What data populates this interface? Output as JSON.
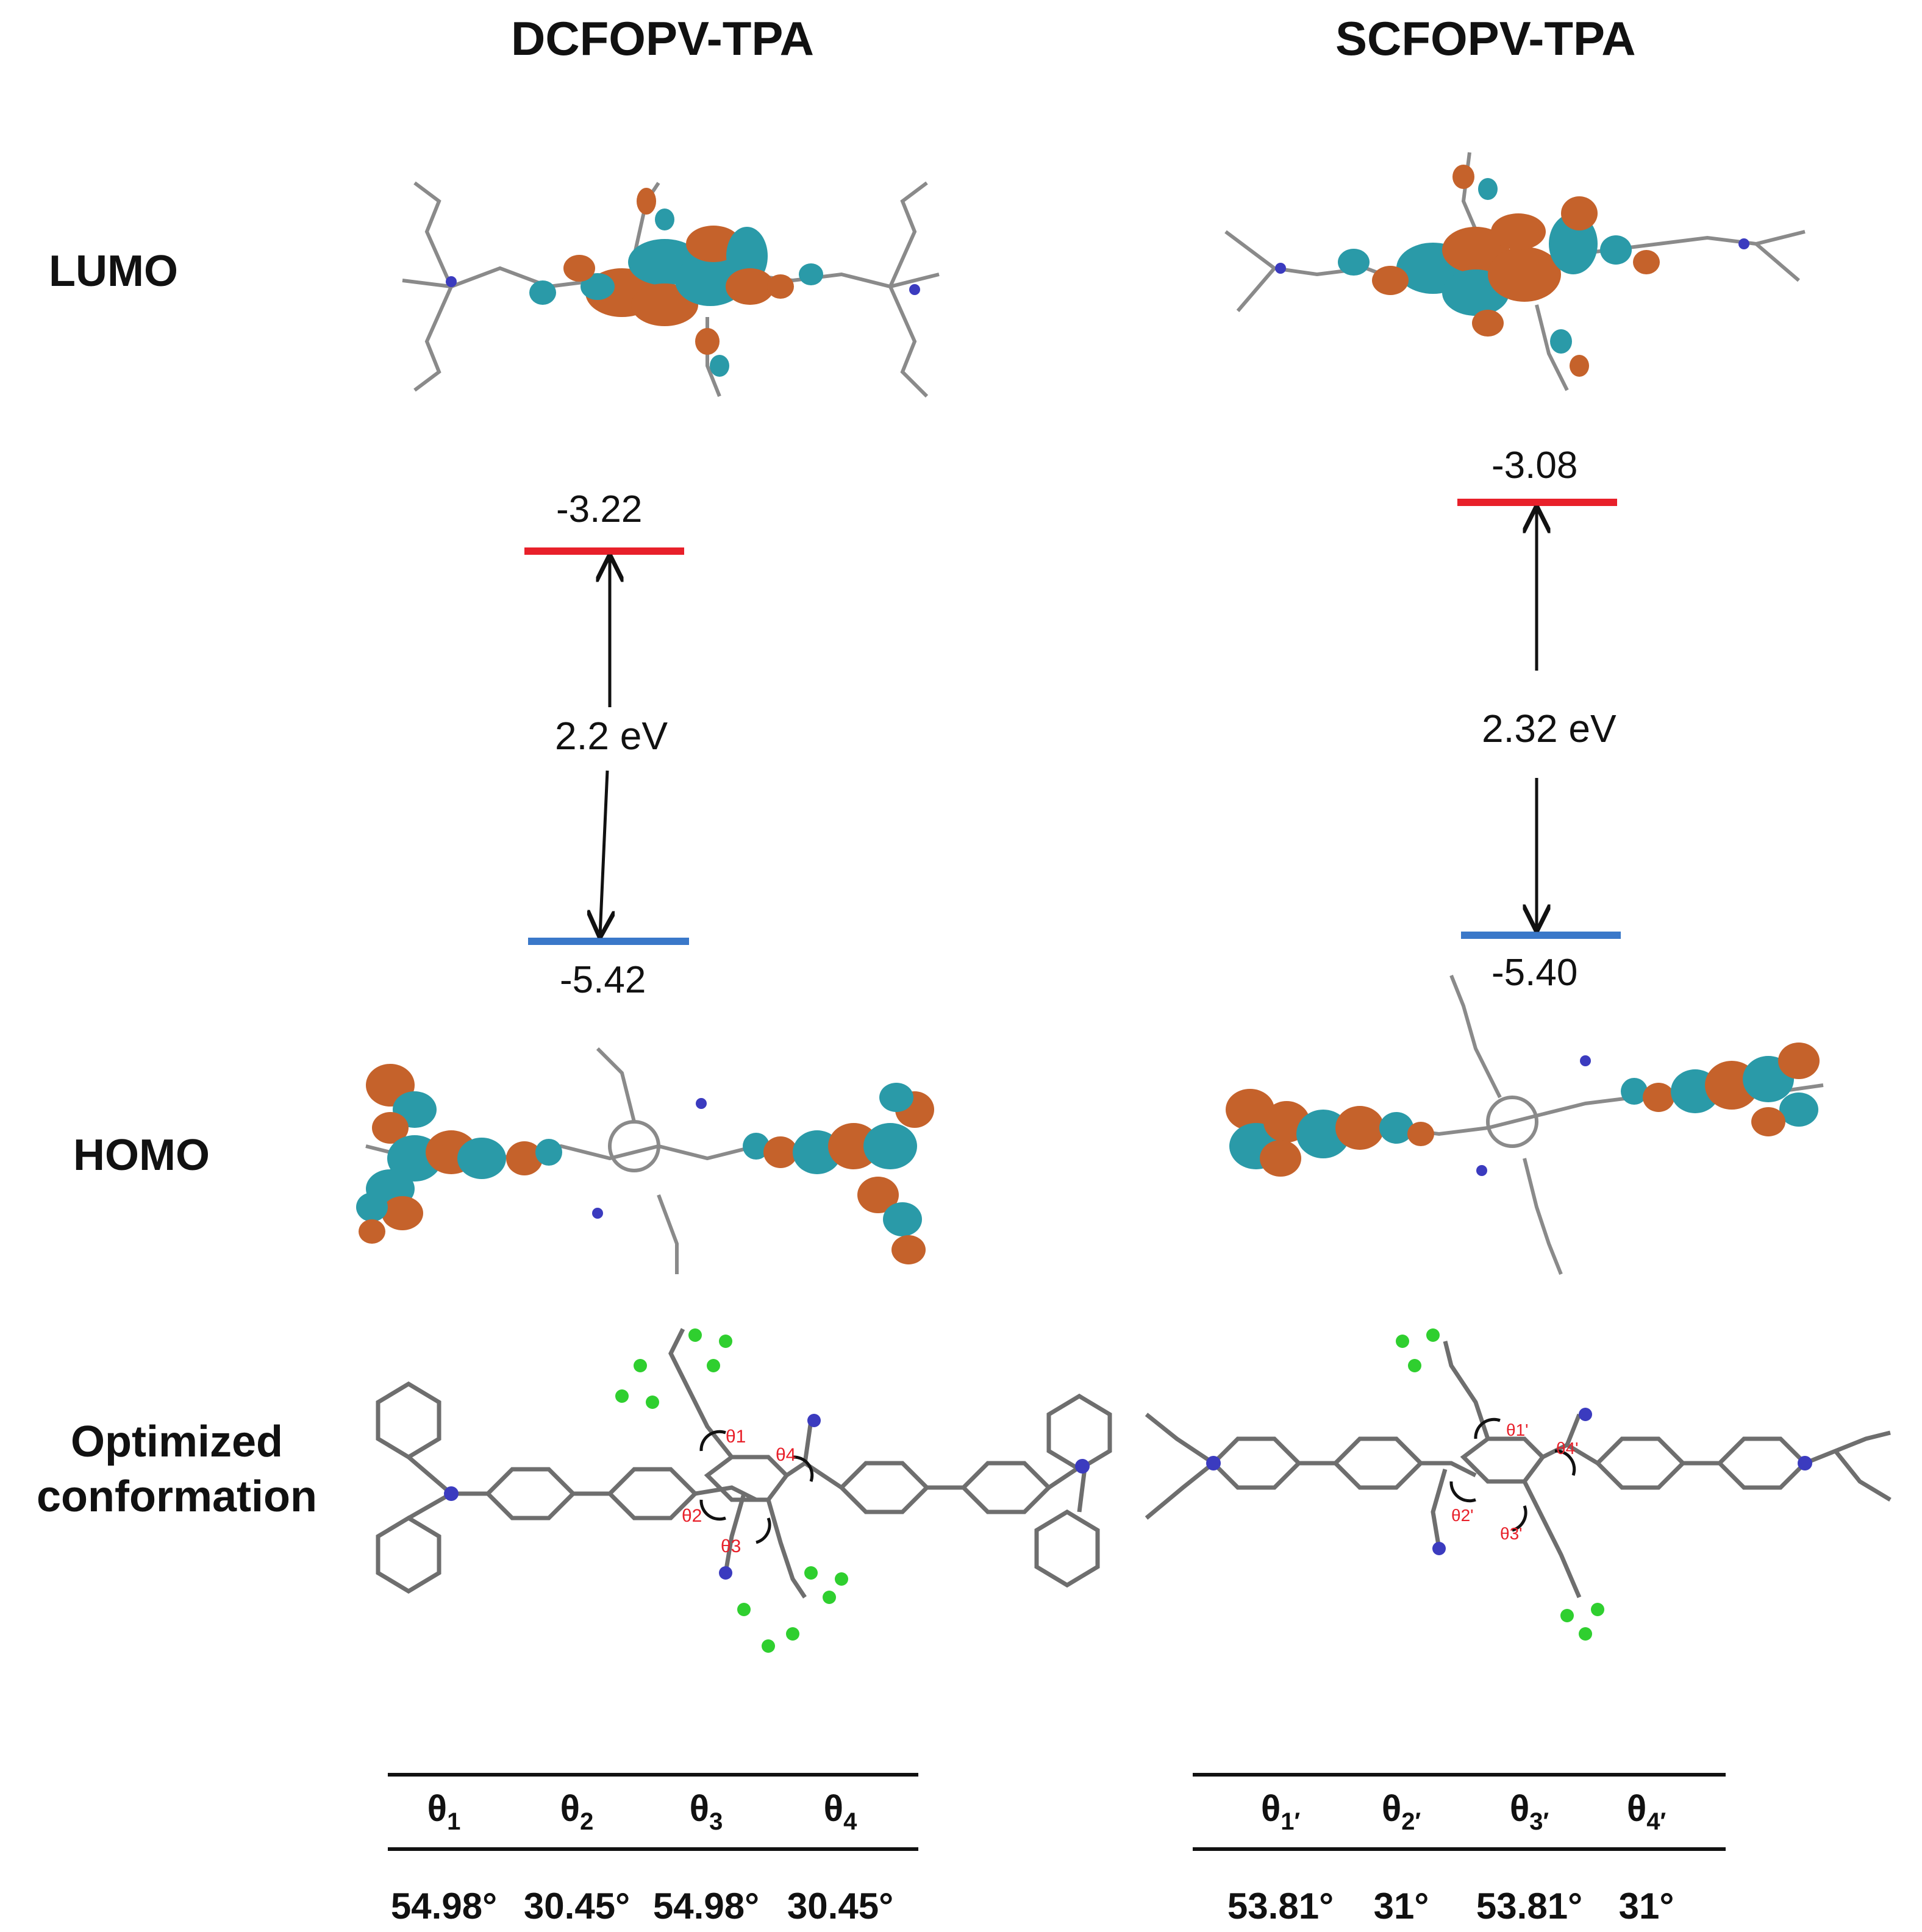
{
  "titles": {
    "left": "DCFOPV-TPA",
    "right": "SCFOPV-TPA"
  },
  "row_labels": {
    "lumo": "LUMO",
    "homo": "HOMO",
    "optimized_line1": "Optimized",
    "optimized_line2": "conformation"
  },
  "energy_diagram": {
    "left": {
      "lumo": "-3.22",
      "homo": "-5.42",
      "gap": "2.2 eV"
    },
    "right": {
      "lumo": "-3.08",
      "homo": "-5.40",
      "gap": "2.32 eV"
    },
    "colors": {
      "lumo_level": "#e8202a",
      "homo_level": "#3a78c9"
    }
  },
  "angle_labels": {
    "left": [
      "θ1",
      "θ2",
      "θ3",
      "θ4"
    ],
    "right": [
      "θ1'",
      "θ2'",
      "θ3'",
      "θ4'"
    ],
    "color": "#e8202a"
  },
  "orbital_colors": {
    "positive": "#c5622b",
    "negative": "#2a9aa8",
    "carbon": "#8a8a8a",
    "nitrogen": "#3b3bbf",
    "fluorine_lumo": "#6fd6d6",
    "fluorine_opt": "#2fcf2f",
    "hydrogen": "#d9d9d9"
  },
  "tables": {
    "left": {
      "headers": [
        {
          "sym": "θ",
          "sub": "1"
        },
        {
          "sym": "θ",
          "sub": "2"
        },
        {
          "sym": "θ",
          "sub": "3"
        },
        {
          "sym": "θ",
          "sub": "4"
        }
      ],
      "values": [
        "54.98°",
        "30.45°",
        "54.98°",
        "30.45°"
      ]
    },
    "right": {
      "headers": [
        {
          "sym": "θ",
          "sub": "1′"
        },
        {
          "sym": "θ",
          "sub": "2′"
        },
        {
          "sym": "θ",
          "sub": "3′"
        },
        {
          "sym": "θ",
          "sub": "4′"
        }
      ],
      "values": [
        "53.81°",
        "31°",
        "53.81°",
        "31°"
      ]
    }
  }
}
